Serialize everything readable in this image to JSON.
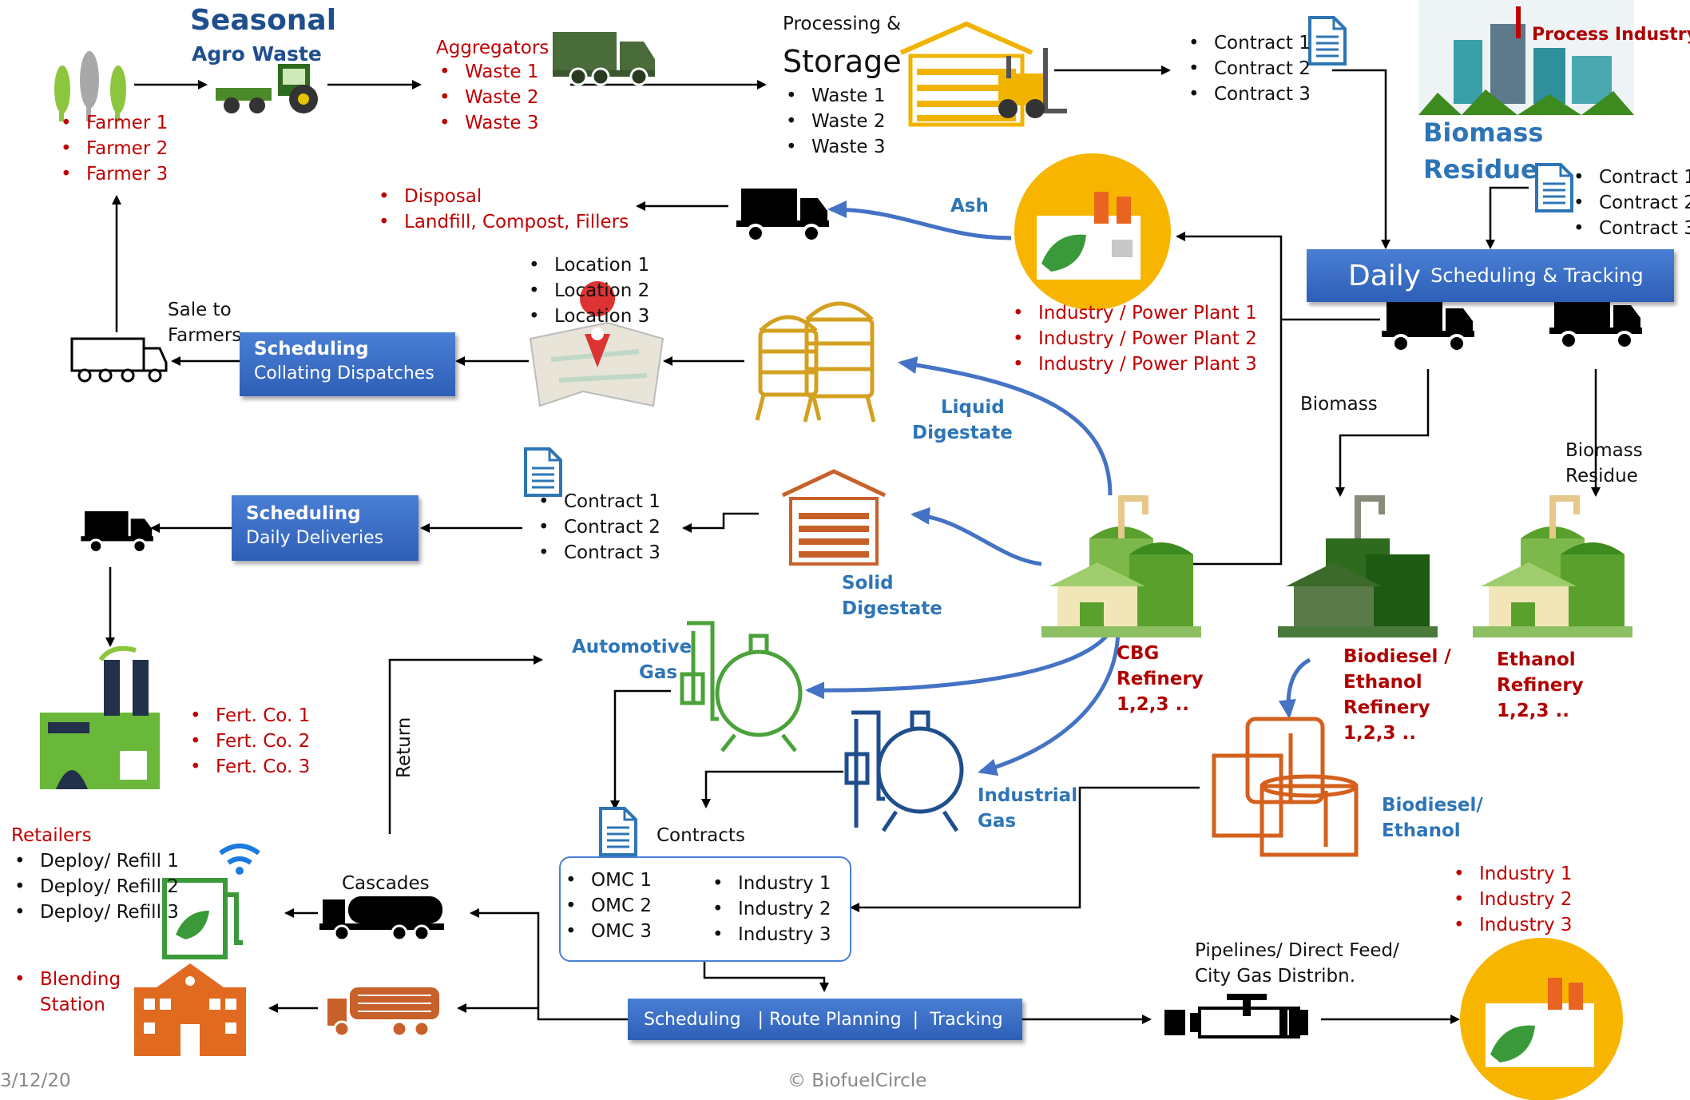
{
  "seasonal": {
    "title": "Seasonal",
    "subtitle": "Agro Waste"
  },
  "farmers": [
    "Farmer 1",
    "Farmer 2",
    "Farmer 3"
  ],
  "aggregators": {
    "title": "Aggregators",
    "items": [
      "Waste 1",
      "Waste 2",
      "Waste 3"
    ]
  },
  "processing": {
    "title": "Processing &",
    "title2": "Storage",
    "items": [
      "Waste 1",
      "Waste 2",
      "Waste 3"
    ]
  },
  "contracts_top": [
    "Contract 1",
    "Contract 2",
    "Contract 3"
  ],
  "process_industry": "Process Industry",
  "biomass_residue": {
    "line1": "Biomass",
    "line2": "Residue"
  },
  "contracts_right": [
    "Contract 1",
    "Contract 2",
    "Contract 3"
  ],
  "daily_scheduling": {
    "big": "Daily",
    "rest": "Scheduling & Tracking"
  },
  "disposal": [
    "Disposal",
    "Landfill, Compost, Fillers"
  ],
  "ash": "Ash",
  "power_plants": [
    "Industry / Power Plant 1",
    "Industry / Power Plant 2",
    "Industry / Power Plant 3"
  ],
  "locations": [
    "Location 1",
    "Location 2",
    "Location 3"
  ],
  "sale_to_farmers": {
    "line1": "Sale to",
    "line2": "Farmers"
  },
  "scheduling_dispatch": {
    "title": "Scheduling",
    "sub": "Collating Dispatches"
  },
  "liquid_digestate": {
    "line1": "Liquid",
    "line2": "Digestate"
  },
  "biomass_label": "Biomass",
  "biomass_residue_label": {
    "line1": "Biomass",
    "line2": "Residue"
  },
  "contracts_mid": [
    "Contract 1",
    "Contract 2",
    "Contract 3"
  ],
  "scheduling_deliveries": {
    "title": "Scheduling",
    "sub": "Daily Deliveries"
  },
  "solid_digestate": {
    "line1": "Solid",
    "line2": "Digestate"
  },
  "cbg_refinery": {
    "line1": "CBG",
    "line2": "Refinery",
    "line3": "1,2,3 .."
  },
  "biodiesel_refinery": {
    "line1": "Biodiesel /",
    "line2": "Ethanol",
    "line3": "Refinery",
    "line4": "1,2,3 .."
  },
  "ethanol_refinery": {
    "line1": "Ethanol",
    "line2": "Refinery",
    "line3": "1,2,3 .."
  },
  "automotive_gas": {
    "line1": "Automotive",
    "line2": "Gas"
  },
  "fert_companies": [
    "Fert. Co. 1",
    "Fert. Co. 2",
    "Fert. Co. 3"
  ],
  "return_label": "Return",
  "industrial_gas": {
    "line1": "Industrial",
    "line2": "Gas"
  },
  "biodiesel_ethanol": {
    "line1": "Biodiesel/",
    "line2": "Ethanol"
  },
  "contracts_label": "Contracts",
  "omc": [
    "OMC 1",
    "OMC 2",
    "OMC 3"
  ],
  "industries_box": [
    "Industry 1",
    "Industry 2",
    "Industry 3"
  ],
  "industries_right": [
    "Industry 1",
    "Industry 2",
    "Industry 3"
  ],
  "retailers": {
    "title": "Retailers",
    "items": [
      "Deploy/ Refill 1",
      "Deploy/ Refill 2",
      "Deploy/ Refill 3"
    ]
  },
  "cascades": "Cascades",
  "blending_station": {
    "line1": "Blending",
    "line2": "Station"
  },
  "scheduling_route": "Scheduling   | Route Planning  |  Tracking",
  "pipelines": {
    "line1": "Pipelines/ Direct Feed/",
    "line2": "City Gas Distribn."
  },
  "footer": {
    "date": "3/12/20",
    "copyright": "© BiofuelCircle"
  },
  "colors": {
    "blue_arrow": "#4472c4",
    "green_icon": "#5aa02c",
    "orange_icon": "#d4601c",
    "gold_icon": "#e6a400",
    "button": "#2e5fb8"
  }
}
